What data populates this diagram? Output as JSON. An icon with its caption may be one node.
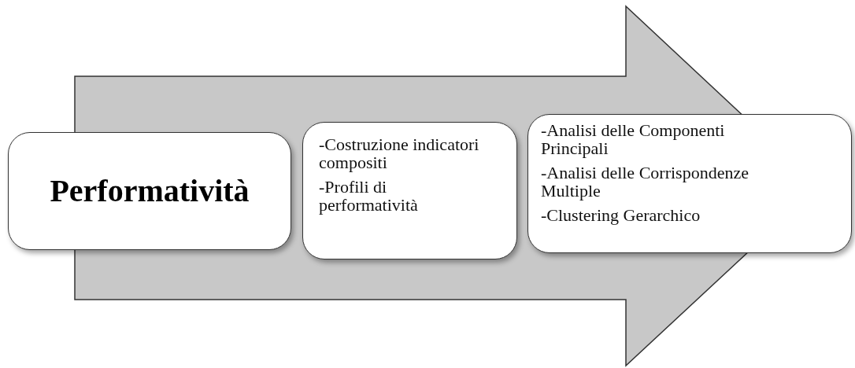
{
  "diagram": {
    "nodes": [
      {
        "text": [
          "Performatività"
        ]
      },
      {
        "text": [
          "-Costruzione indicatori compositi",
          "-Profili di performatività"
        ]
      },
      {
        "text": [
          "-Analisi delle Componenti Principali",
          "-Analisi delle Corrispondenze Multiple",
          "-Clustering Gerarchico"
        ]
      }
    ],
    "edges": [
      {
        "from": 0,
        "to": 2,
        "arrow": "to",
        "style": "thick"
      }
    ]
  }
}
